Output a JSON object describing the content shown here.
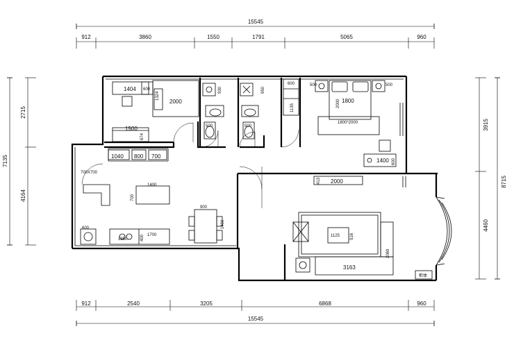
{
  "dimensions": {
    "top_total": "15545",
    "top_segments": [
      "912",
      "3860",
      "1550",
      "1791",
      "5065",
      "960"
    ],
    "bottom_total": "15545",
    "bottom_segments": [
      "912",
      "2540",
      "3205",
      "6868",
      "960"
    ],
    "left_total": "7135",
    "left_segments": [
      "2715",
      "4164"
    ],
    "right_total": "8715",
    "right_segments": [
      "3915",
      "4460"
    ]
  },
  "room_labels": {
    "study_desk": "1404",
    "study_w": "2000",
    "study_d": "1324",
    "study_shelf": "1500",
    "study_shelf_d": "674",
    "study_small": "600",
    "bath1_w": "930",
    "bath1_t": "500",
    "bath2_w": "950",
    "bath2_t": "500",
    "closet_top": "600",
    "closet_side": "1135",
    "bed_head": "500",
    "bed_side_r": "500",
    "bed_left": "2000",
    "bed_w": "1800",
    "bed_size": "1800*2000",
    "bed_desk": "1400",
    "bed_desk_d": "600",
    "kitchen_counter_a": "1040",
    "kitchen_counter_b": "800",
    "kitchen_counter_c": "700",
    "kitchen_corner": "700X700",
    "island_w": "1400",
    "island_d": "700",
    "dining_w": "900",
    "dining_d": "1400",
    "fridge": "600",
    "counter_a": "1950",
    "counter_b": "400",
    "counter_c": "1700",
    "tv_d": "413",
    "tv_w": "2000",
    "coffee_w": "1125",
    "coffee_d": "516",
    "sofa_w": "3163",
    "sofa_d": "2069",
    "cabinet": "柜体"
  }
}
